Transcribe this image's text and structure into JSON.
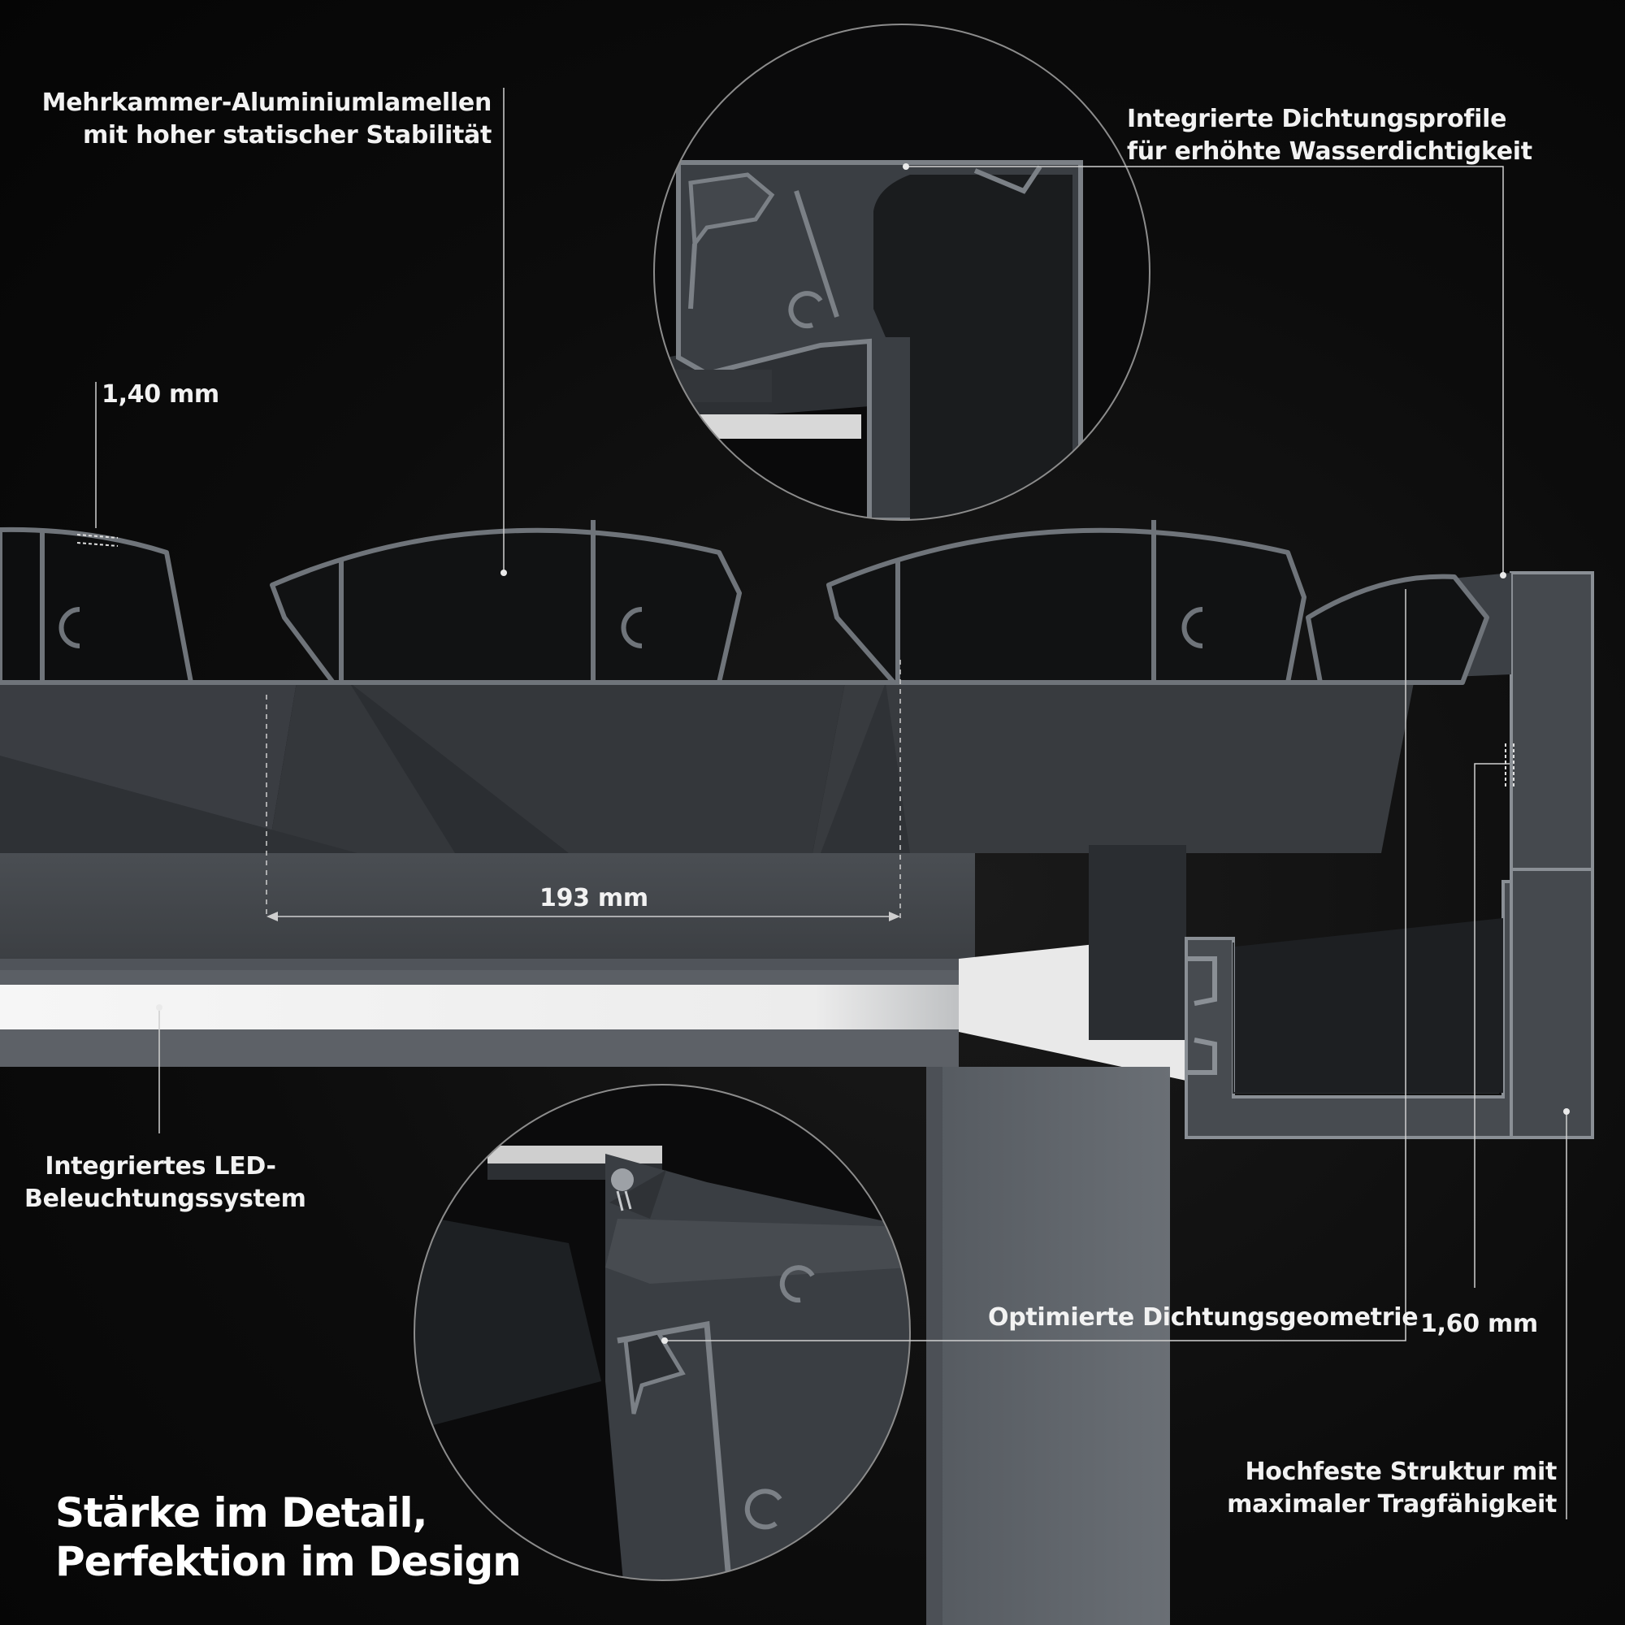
{
  "callouts": {
    "lamellen": [
      "Mehrkammer-Aluminiumlamellen",
      "mit hoher statischer Stabilität"
    ],
    "dichtungsprofile": [
      "Integrierte Dichtungsprofile",
      "für erhöhte Wasserdichtigkeit"
    ],
    "wall_thickness_lamella": "1,40 mm",
    "lamella_width": "193 mm",
    "led": [
      "Integriertes LED-",
      "Beleuchtungssystem"
    ],
    "dichtungsgeometrie": "Optimierte Dichtungsgeometrie",
    "wall_thickness_frame": "1,60 mm",
    "struktur": [
      "Hochfeste Struktur mit",
      "maximaler Tragfähigkeit"
    ]
  },
  "headline": [
    "Stärke im Detail,",
    "Perfektion im Design"
  ],
  "colors": {
    "background": "#070707",
    "aluminium_dark": "#3d4044",
    "aluminium_mid": "#55595e",
    "aluminium_light": "#6b7076",
    "led_light": "#f4f4f4",
    "callout_line": "#cfcfcf"
  }
}
